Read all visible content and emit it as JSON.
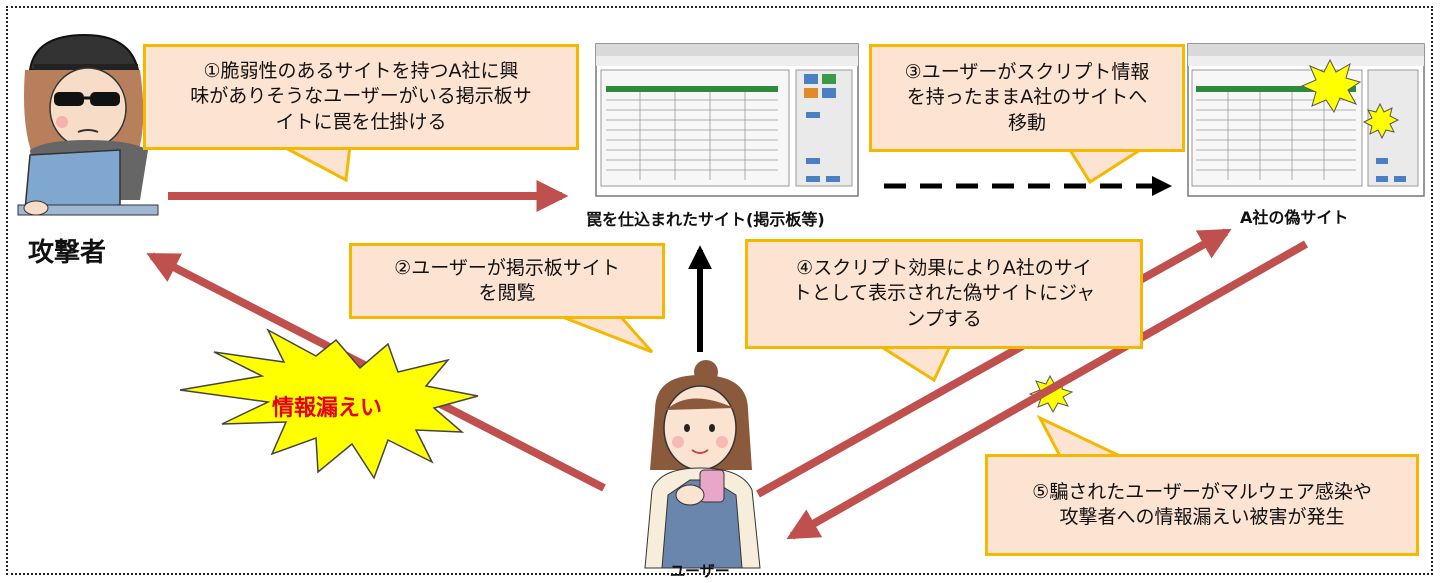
{
  "callouts": {
    "step1": "①脆弱性のあるサイトを持つA社に興\n味がありそうなユーザーがいる掲示板サ\nイトに罠を仕掛ける",
    "step2": "②ユーザーが掲示板サイト\nを閲覧",
    "step3": "③ユーザーがスクリプト情報\nを持ったままA社のサイトへ\n移動",
    "step4": "④スクリプト効果によりA社のサイ\nトとして表示された偽サイトにジャ\nンプする",
    "step5": "⑤騙されたユーザーがマルウェア感染や\n攻撃者への情報漏えい被害が発生"
  },
  "labels": {
    "attacker": "攻撃者",
    "trap_site": "罠を仕込まれたサイト(掲示板等)",
    "fake_site": "A社の偽サイト",
    "user": "ユーザー",
    "leak": "情報漏えい"
  },
  "colors": {
    "arrow_red": "#c0504d",
    "callout_fill": "#fde3d2",
    "callout_border": "#f5b800",
    "burst_fill": "#ffff00",
    "leak_text": "#e60012"
  }
}
